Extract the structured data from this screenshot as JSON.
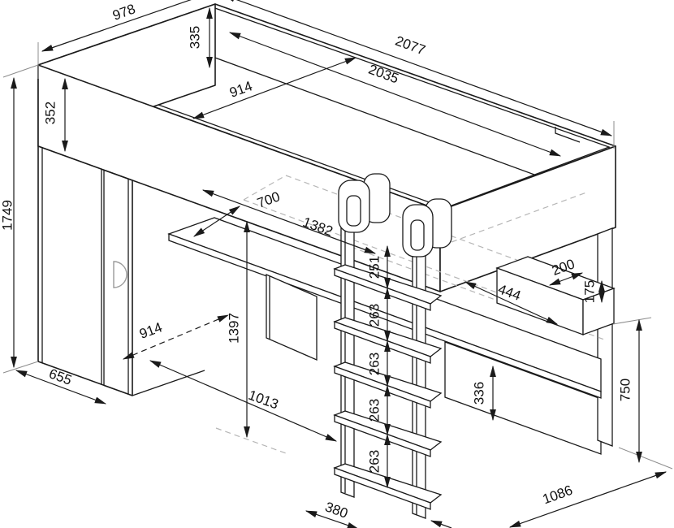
{
  "drawing": {
    "kind": "isometric furniture technical drawing",
    "subject": "loft bed with wardrobe, desk, shelf ladder and hanging shelf",
    "units": "mm",
    "colors": {
      "line": "#1a1a1a",
      "hidden_line": "#b6b6b6",
      "extension_line": "#8c8c8c",
      "background": "#ffffff"
    }
  },
  "dims": {
    "bed_overall_width": "978",
    "rail_above_base_height": "335",
    "bed_overall_length": "2077",
    "bed_inner_length": "2035",
    "bed_inner_width": "914",
    "head_panel_height": "352",
    "overall_height": "1749",
    "desk_depth": "700",
    "desk_width": "1382",
    "ladder_top_step_spacing": "251",
    "ladder_step_spacing_1": "263",
    "ladder_step_spacing_2": "263",
    "ladder_step_spacing_3": "263",
    "ladder_step_spacing_4": "263",
    "side_desk_length": "444",
    "hanging_shelf_depth": "200",
    "hanging_shelf_height": "175",
    "shelf_floor_clearance": "750",
    "desk_apron_height": "336",
    "floor_inner_width": "914",
    "wardrobe_depth": "655",
    "under_bed_floor_span": "1013",
    "desk_surface_height": "1397",
    "ladder_base_depth": "380",
    "side_overall_depth": "1086"
  }
}
